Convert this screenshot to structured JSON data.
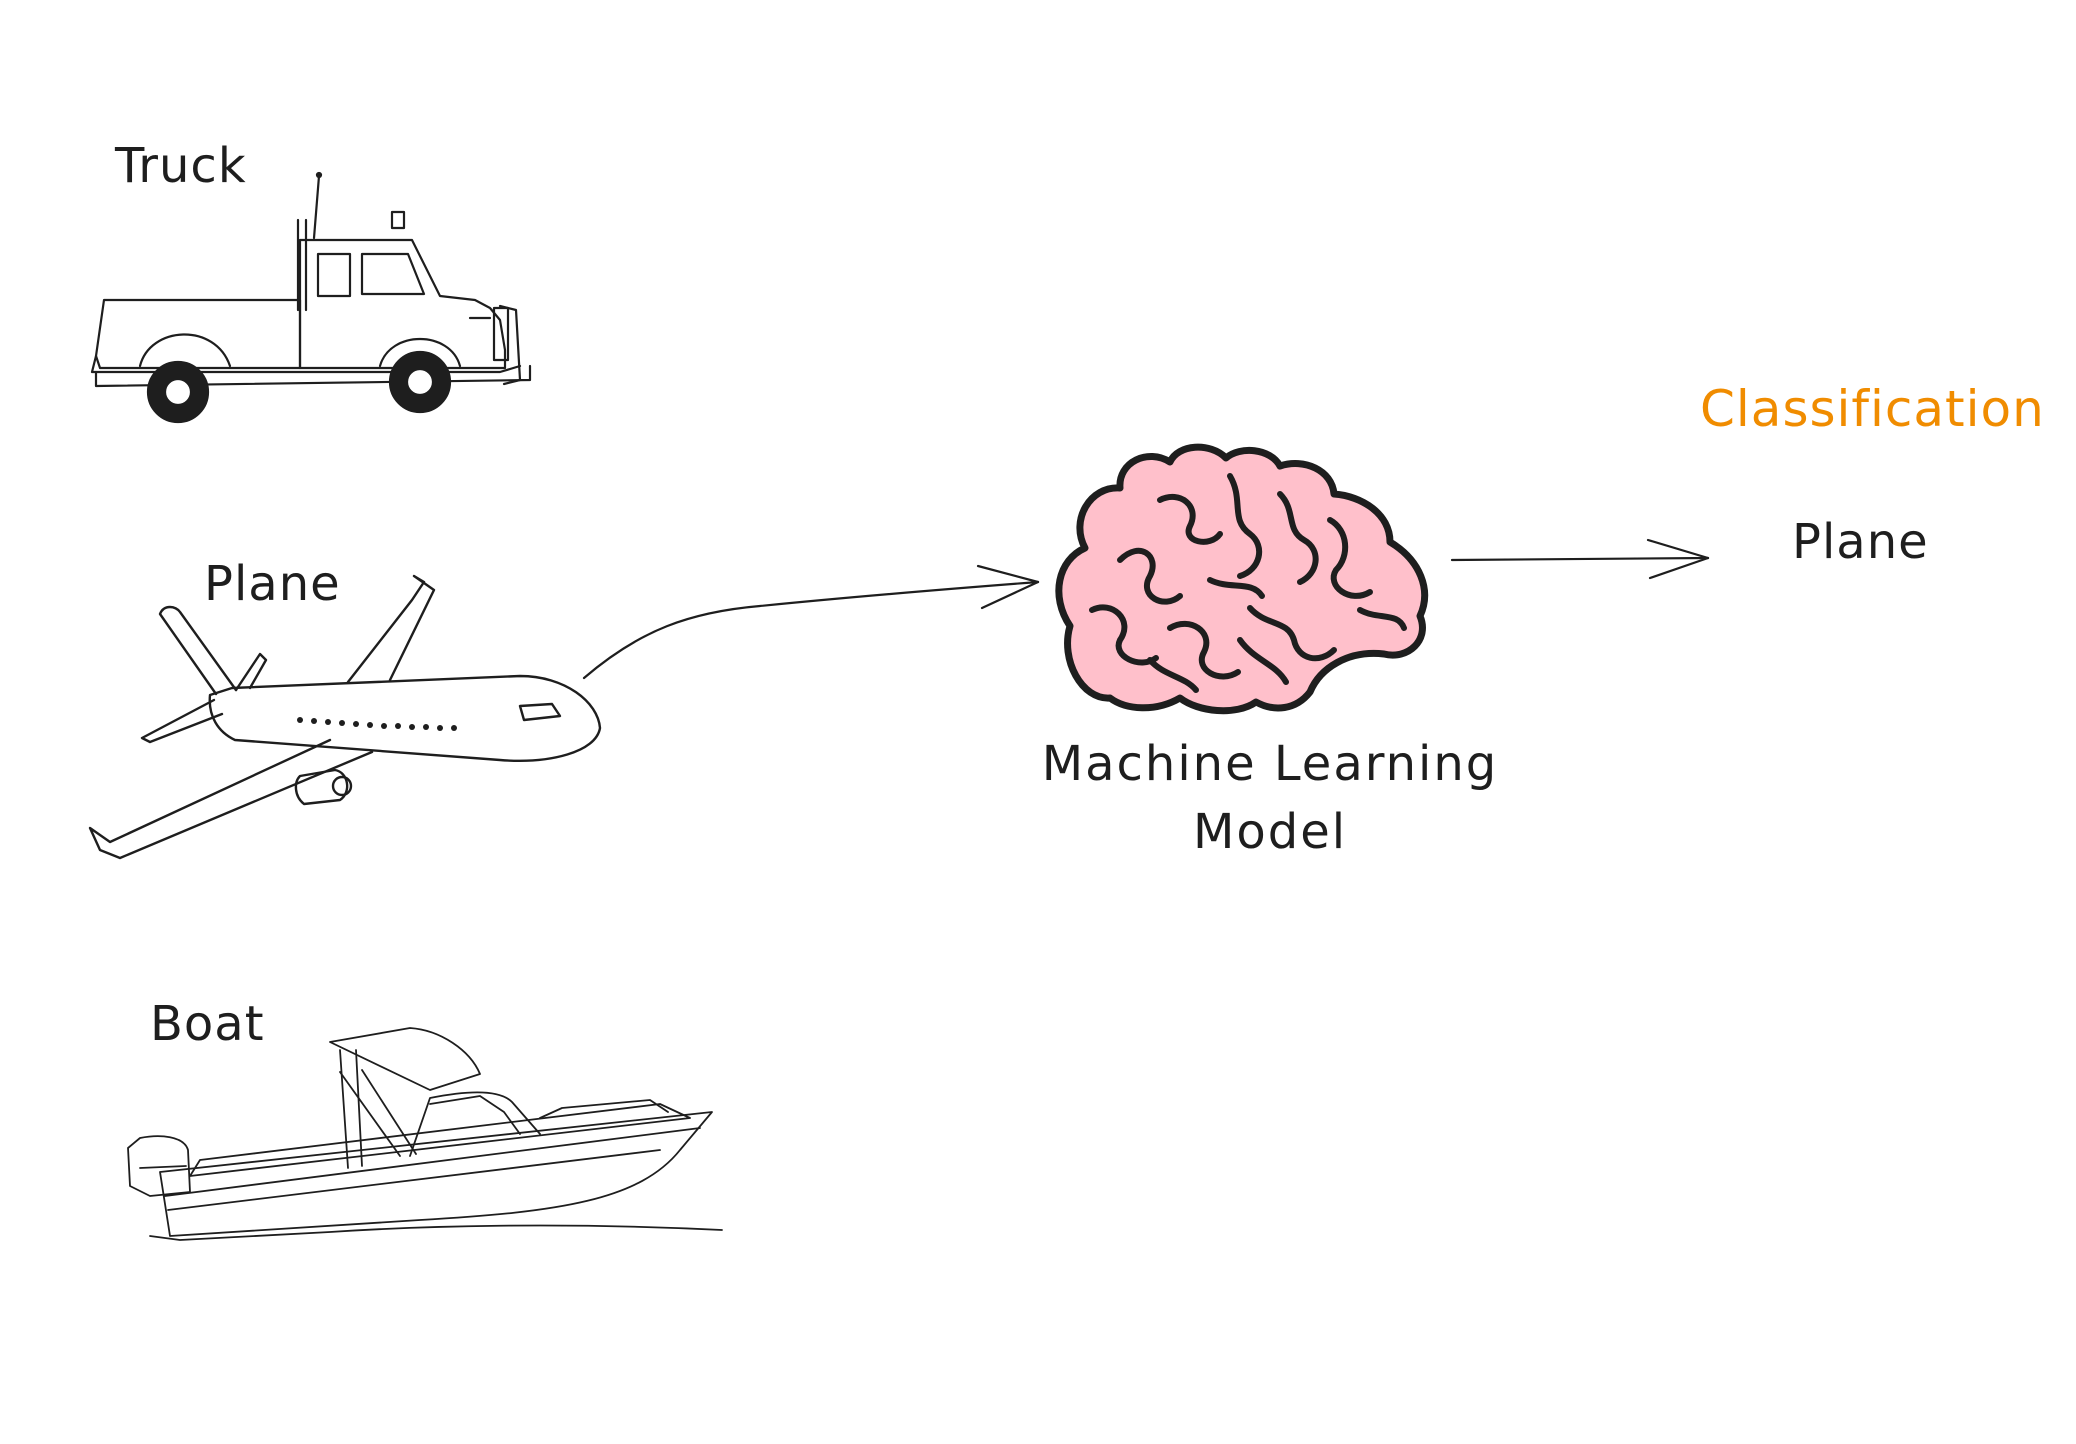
{
  "inputs": [
    {
      "id": "truck",
      "label": "Truck",
      "icon": "pickup-truck-icon"
    },
    {
      "id": "plane",
      "label": "Plane",
      "icon": "airplane-icon"
    },
    {
      "id": "boat",
      "label": "Boat",
      "icon": "motorboat-icon"
    }
  ],
  "model": {
    "label": "Machine Learning Model",
    "icon": "brain-icon",
    "fill_color": "#ffc0cb"
  },
  "output": {
    "title": "Classification",
    "title_color": "#f08c00",
    "result": "Plane"
  },
  "stroke_color": "#1e1e1e"
}
